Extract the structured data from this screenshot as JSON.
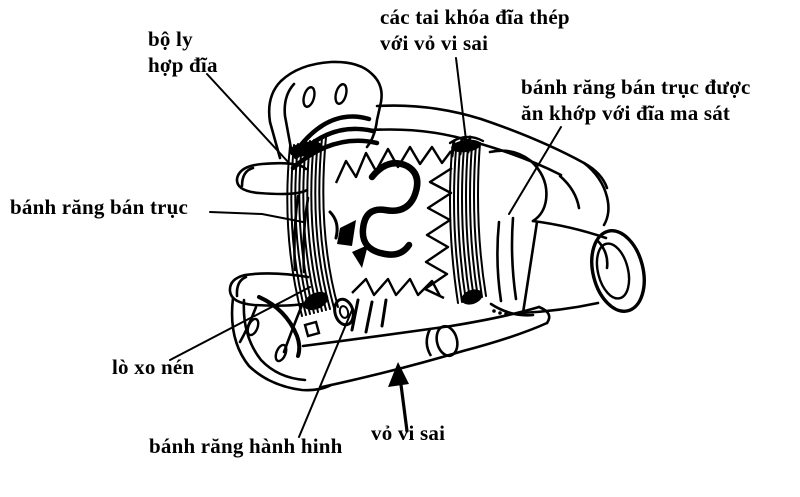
{
  "colors": {
    "ink": "#000000",
    "paper": "#ffffff"
  },
  "figure": {
    "kind": "cutaway line drawing of a limited-slip differential (vi sai)"
  },
  "labels": {
    "bo_ly_hop_dia": {
      "line1": "bộ ly",
      "line2": "hợp đĩa"
    },
    "cac_tai_khoa": {
      "line1": "các tai khóa đĩa thép",
      "line2": "với vỏ vi sai"
    },
    "banh_rang_an_khop": {
      "line1": "bánh răng bán trục được",
      "line2": "ăn khớp với đĩa ma sát"
    },
    "banh_rang_ban_truc": {
      "line1": "bánh răng bán trục"
    },
    "lo_xo_nen": {
      "line1": "lò xo nén"
    },
    "banh_rang_hanh_hinh": {
      "line1": "bánh răng hành hinh"
    },
    "vo_vi_sai": {
      "line1": "vỏ vi sai"
    }
  }
}
